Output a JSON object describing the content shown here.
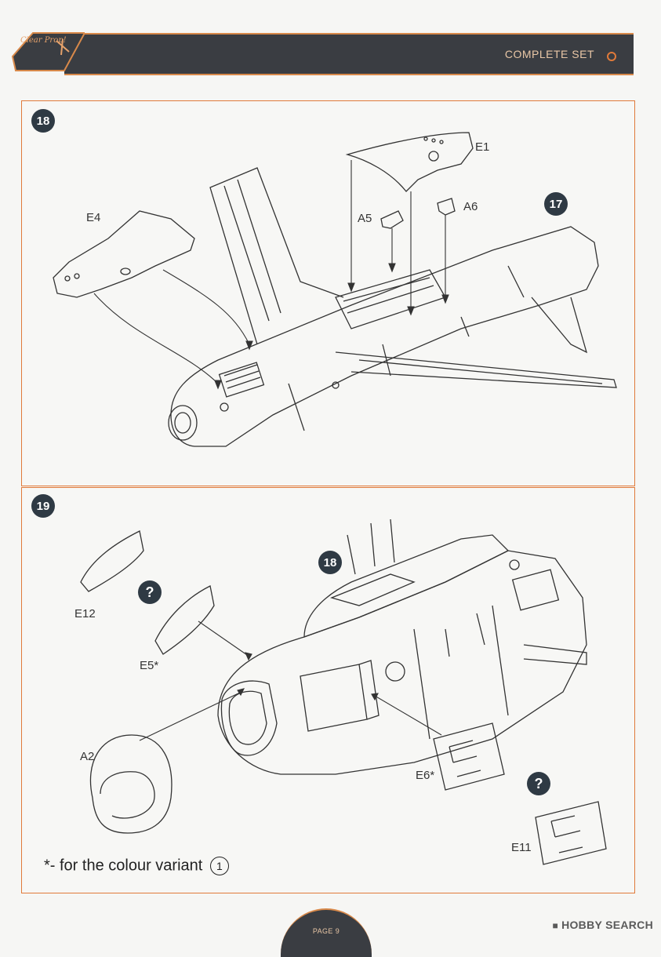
{
  "header": {
    "title": "COMPLETE SET",
    "logo_text": "Clear Prop!"
  },
  "step18": {
    "number": "18",
    "ref_step": "17",
    "parts": [
      "E1",
      "A5",
      "A6",
      "E4"
    ]
  },
  "step19": {
    "number": "19",
    "ref_step": "18",
    "question_mark": "?",
    "parts": [
      "E12",
      "E5*",
      "A2",
      "E6*",
      "E11"
    ],
    "footnote_text": "*- for the  colour variant",
    "footnote_variant": "1"
  },
  "footer": {
    "page_label": "PAGE 9",
    "watermark": "HOBBY SEARCH"
  },
  "colors": {
    "accent": "#e07a3a",
    "header_band": "#3a3d42",
    "badge": "#2f3a44"
  }
}
